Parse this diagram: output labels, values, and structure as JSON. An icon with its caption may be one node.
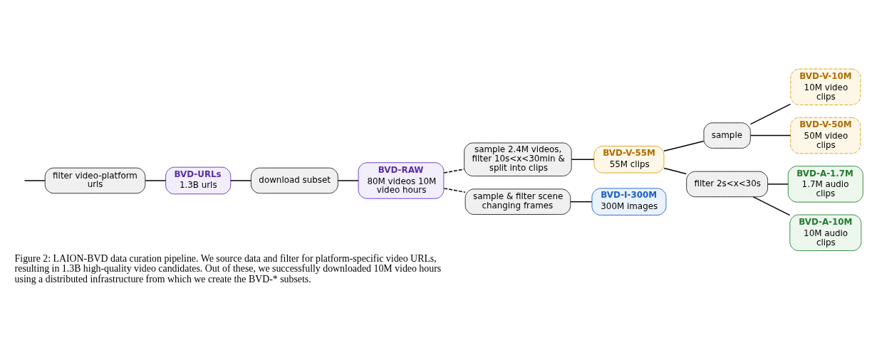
{
  "diagram": {
    "caption": "Figure 2: LAION-BVD data curation pipeline. We source data and filter for platform-specific video URLs, resulting in 1.3B high-quality video candidates. Out of these, we successfully downloaded 10M video hours using a distributed infrastructure from which we create the BVD-* subsets.",
    "nodes": [
      {
        "text": [
          "filter video-platform urls"
        ]
      },
      {
        "text": [
          "BVD-URLs",
          "1.3B urls"
        ]
      },
      {
        "text": [
          "download subset"
        ]
      },
      {
        "text": [
          "BVD-RAW",
          "80M videos 10M video hours"
        ]
      },
      {
        "text": [
          "sample 2.4M videos, filter 10s<x<30min & split into clips"
        ]
      },
      {
        "text": [
          "BVD-V-55M",
          "55M clips"
        ]
      },
      {
        "text": [
          "sample"
        ]
      },
      {
        "text": [
          "BVD-V-10M",
          "10M video clips"
        ]
      },
      {
        "text": [
          "BVD-V-50M",
          "50M video clips"
        ]
      },
      {
        "text": [
          "sample & filter scene changing frames"
        ]
      },
      {
        "text": [
          "BVD-I-300M",
          "300M images"
        ]
      },
      {
        "text": [
          "filter 2s<x<30s"
        ]
      },
      {
        "text": [
          "BVD-A-1.7M",
          "1.7M audio clips"
        ]
      },
      {
        "text": [
          "BVD-A-10M",
          "10M audio clips"
        ]
      }
    ],
    "edges": [
      {
        "from": null,
        "to": 0,
        "arrow": "none"
      },
      {
        "from": 0,
        "to": 1,
        "arrow": "none"
      },
      {
        "from": 1,
        "to": 2,
        "arrow": "none"
      },
      {
        "from": 2,
        "to": 3,
        "arrow": "none"
      },
      {
        "from": 3,
        "to": 4,
        "arrow": "none",
        "style": "dashed"
      },
      {
        "from": 3,
        "to": 9,
        "arrow": "none",
        "style": "dashed"
      },
      {
        "from": 4,
        "to": 5,
        "arrow": "none"
      },
      {
        "from": 5,
        "to": 6,
        "arrow": "none"
      },
      {
        "from": 6,
        "to": 7,
        "arrow": "none"
      },
      {
        "from": 6,
        "to": 8,
        "arrow": "none"
      },
      {
        "from": 9,
        "to": 10,
        "arrow": "none"
      },
      {
        "from": 5,
        "to": 11,
        "arrow": "none"
      },
      {
        "from": 11,
        "to": 12,
        "arrow": "none"
      },
      {
        "from": 11,
        "to": 13,
        "arrow": "none"
      }
    ]
  }
}
